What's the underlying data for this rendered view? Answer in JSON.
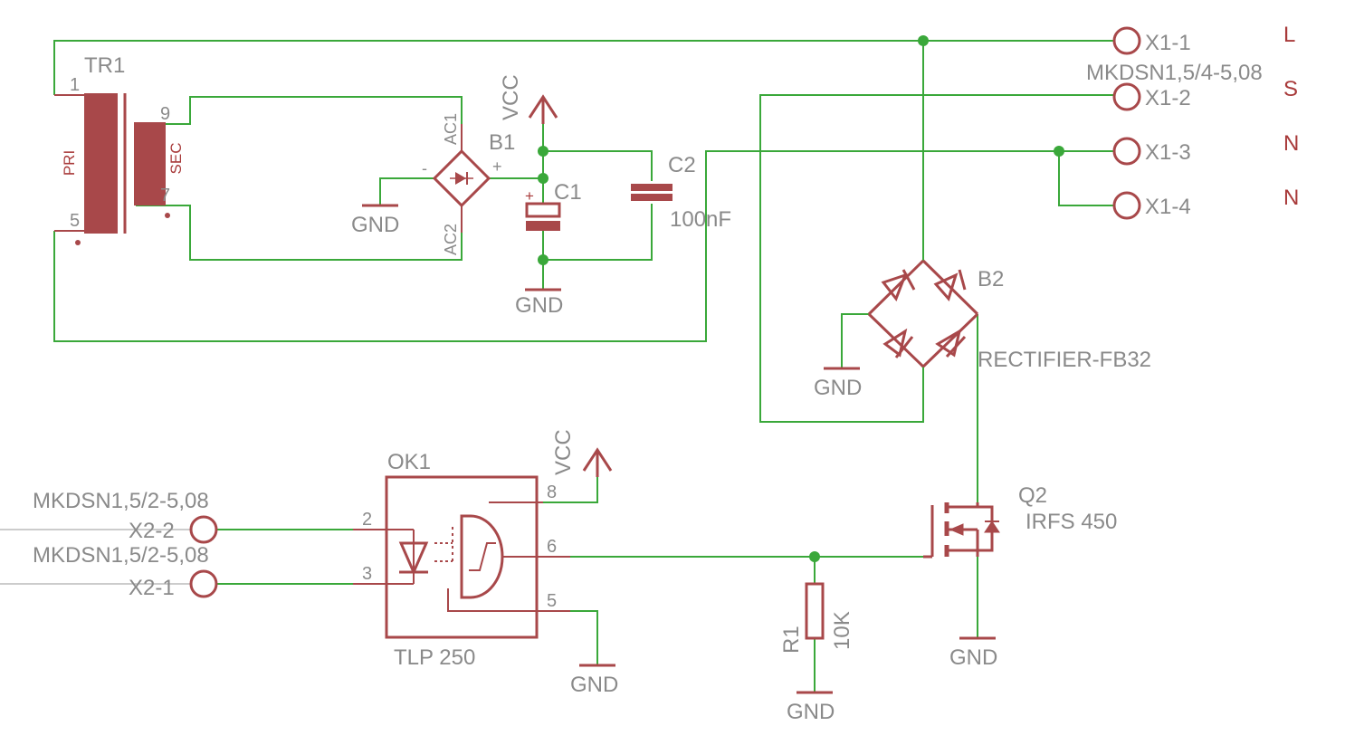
{
  "colors": {
    "wire": "#3aa83a",
    "symbol": "#a83a3a",
    "text": "#8a8a8a",
    "background": "#ffffff"
  },
  "transformer": {
    "name": "TR1",
    "primary": "PRI",
    "secondary": "SEC",
    "pins": [
      "1",
      "5",
      "9",
      "7"
    ]
  },
  "bridge1": {
    "name": "B1",
    "ac1": "AC1",
    "ac2": "AC2",
    "plus": "+",
    "minus": "-"
  },
  "capacitor1": {
    "name": "C1",
    "plus": "+"
  },
  "capacitor2": {
    "name": "C2",
    "value": "100nF"
  },
  "bridge2": {
    "name": "B2",
    "value": "RECTIFIER-FB32"
  },
  "connector_x1": {
    "value": "MKDSN1,5/4-5,08",
    "pins": [
      "X1-1",
      "X1-2",
      "X1-3",
      "X1-4"
    ],
    "net_labels": [
      "L",
      "S",
      "N",
      "N"
    ]
  },
  "optocoupler": {
    "name": "OK1",
    "value": "TLP 250",
    "pins": [
      "8",
      "2",
      "6",
      "3",
      "5"
    ]
  },
  "connector_x2": {
    "value_top": "MKDSN1,5/2-5,08",
    "value_bottom": "MKDSN1,5/2-5,08",
    "pins": [
      "X2-2",
      "X2-1"
    ]
  },
  "resistor1": {
    "name": "R1",
    "value": "10K"
  },
  "mosfet": {
    "name": "Q2",
    "value": "IRFS 450"
  },
  "power": {
    "vcc": "VCC",
    "gnd": "GND"
  }
}
